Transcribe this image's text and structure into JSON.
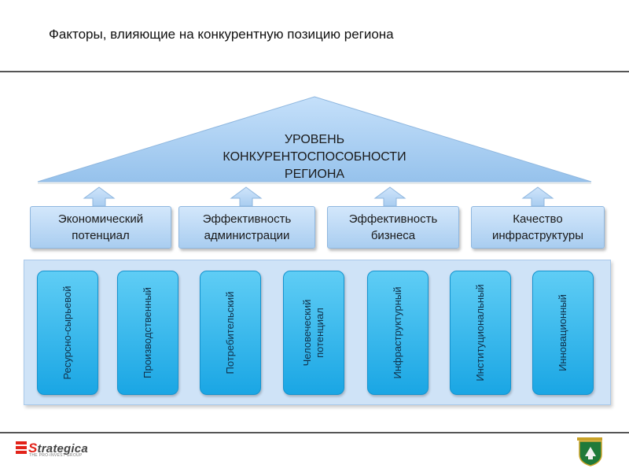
{
  "title": "Факторы, влияющие на конкурентную позицию региона",
  "roof": {
    "lines": [
      "УРОВЕНЬ",
      "КОНКУРЕНТОСПОСОБНОСТИ",
      "РЕГИОНА"
    ]
  },
  "factors": [
    {
      "line1": "Экономический",
      "line2": "потенциал"
    },
    {
      "line1": "Эффективность",
      "line2": "администрации"
    },
    {
      "line1": "Эффективность",
      "line2": "бизнеса"
    },
    {
      "line1": "Качество",
      "line2": "инфраструктуры"
    }
  ],
  "pillars": [
    {
      "line1": "Ресурсно-сырьевой",
      "line2": ""
    },
    {
      "line1": "Производственный",
      "line2": ""
    },
    {
      "line1": "Потребительский",
      "line2": ""
    },
    {
      "line1": "Человеческий",
      "line2": "потенциал"
    },
    {
      "line1": "Инфраструктурный",
      "line2": ""
    },
    {
      "line1": "Институциональный",
      "line2": ""
    },
    {
      "line1": "Инновационный",
      "line2": ""
    }
  ],
  "logo": {
    "initial": "S",
    "rest": "trategica",
    "tagline": "THE PRO-INVEST GROUP"
  },
  "colors": {
    "roof": "#a7cdf0",
    "factor": "#bcdaf6",
    "panel": "#cfe3f7",
    "pillar": "#29b4ec",
    "logo_accent": "#e2231a"
  }
}
